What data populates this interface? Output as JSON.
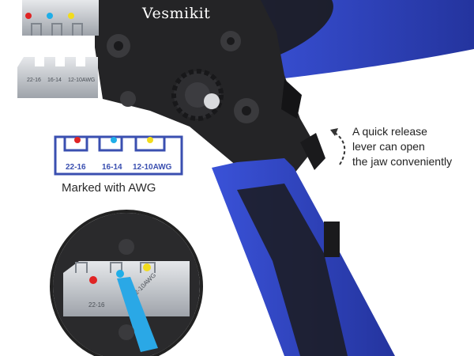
{
  "product": {
    "brand": "Vesmikit"
  },
  "callouts": {
    "quick_release": [
      "A quick release",
      "lever can open",
      "the jaw conveniently"
    ],
    "marked_caption": "Marked with AWG"
  },
  "awg_labels": [
    "22-16",
    "16-14",
    "12-10AWG"
  ],
  "colors": {
    "handle_blue": "#2f44c8",
    "handle_dark": "#1f2f9a",
    "body_black": "#242426",
    "steel": "#c9ccd1",
    "dot_red": "#e02424",
    "dot_blue": "#1faee8",
    "dot_yellow": "#f2dc1c",
    "diagram_outline": "#3a4fb0"
  }
}
